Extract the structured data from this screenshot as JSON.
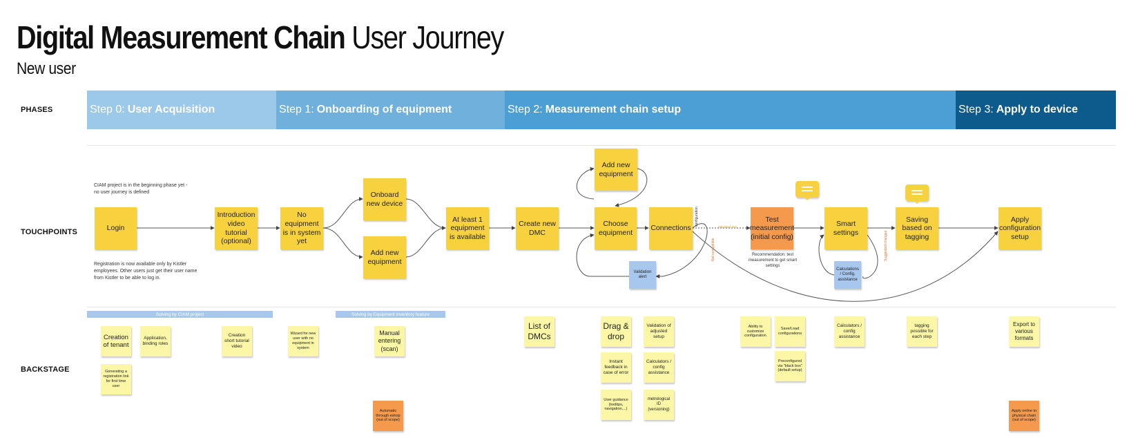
{
  "header": {
    "title_bold": "Digital Measurement Chain",
    "title_light": "User Journey",
    "subtitle": "New user"
  },
  "rows": {
    "phases": "PHASES",
    "touchpoints": "TOUCHPOINTS",
    "backstage": "BACKSTAGE"
  },
  "phases": [
    {
      "prefix": "Step 0:",
      "name": "User Acquisition",
      "color": "#9cc8ea"
    },
    {
      "prefix": "Step 1:",
      "name": "Onboarding of equipment",
      "color": "#6fb0dd"
    },
    {
      "prefix": "Step 2:",
      "name": "Measurement chain setup",
      "color": "#4b9fd5"
    },
    {
      "prefix": "Step 3:",
      "name": "Apply to device",
      "color": "#0d5a8c"
    }
  ],
  "touchpoints": {
    "login": "Login",
    "intro_video": "Introduction video tutorial (optional)",
    "no_equipment": "No equipment is in system yet",
    "onboard_device": "Onboard new device",
    "add_equipment": "Add new equipment",
    "at_least_one": "At least 1 equipment is available",
    "create_dmc": "Create new DMC",
    "add_equipment_top": "Add new equipment",
    "choose_equipment": "Choose equipment",
    "connections": "Connections",
    "test_measurement": "Test measurement (initial config)",
    "smart_settings": "Smart settings",
    "saving_tagging": "Saving based on tagging",
    "apply_config": "Apply configuration setup",
    "validation_alert": "Validation alert",
    "calc_assistance": "Calculations / Config. assistance"
  },
  "notes": {
    "ciam": "CIAM project is in the beginning phase yet - no user journey is defined",
    "registration": "Registration is now available only by Kistler employees. Other users just get their user name from Kistler to be able to log in.",
    "recommendation": "Recommendation: test measurement to get smart settings"
  },
  "bars": {
    "ciam": "Solving by CIAM project",
    "inventory": "Solving by Equipment inventory feature"
  },
  "edge_labels": {
    "configuration": "configuration",
    "conn_test": "Validated test",
    "not_ok": "Not compatible",
    "changes": "Suggested changes"
  },
  "backstage": {
    "creation_tenant": "Creation of tenant",
    "app_binding": "Application, binding roles",
    "creation_video": "Creation short tutorial video",
    "reg_link": "Generating a registration link for first time user",
    "wizard": "Wizard for new user with no equipment in system",
    "manual": "Manual entering (scan)",
    "automatic": "Automatic through eshop (out of scope)",
    "list_dmc": "List of DMCs",
    "drag_drop": "Drag & drop",
    "validation_setup": "Validation of adjusted setup",
    "instant_feedback": "Instant feedback in case of error",
    "calculators_config": "Calculators / config assistance",
    "user_guidance": "User guidance (tooltips, navigation,...)",
    "metrological_id": "metrological ID (versioning)",
    "ability_customize": "Ability to customize configuration",
    "save_load": "Save/Load configurations",
    "preconfigured": "Preconfigured via \"black box\" (default setup)",
    "calculators_config2": "Calculators / config assistance",
    "tagging": "tagging possible for each step",
    "export": "Export to various formats",
    "apply_online": "Apply online to physical chain (out of scope)"
  },
  "colors": {
    "sticky_yellow": "#f7d23e",
    "sticky_pale": "#fbf7a7",
    "sticky_orange": "#f59a4c",
    "sticky_blue": "#a7c7ee"
  }
}
